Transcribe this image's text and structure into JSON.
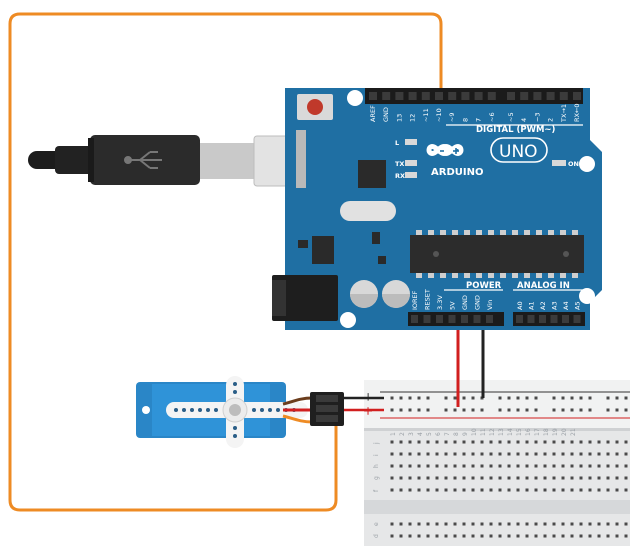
{
  "board": {
    "brand": "ARDUINO",
    "model": "UNO",
    "digital_header": "DIGITAL (PWM~)",
    "power_header": "POWER",
    "analog_header": "ANALOG IN",
    "led_labels": [
      "L",
      "TX",
      "RX"
    ],
    "on_label": "ON",
    "digital_pins": [
      "AREF",
      "GND",
      "13",
      "12",
      "~11",
      "~10",
      "~9",
      "8",
      "7",
      "~6",
      "~5",
      "4",
      "~3",
      "2",
      "TX→1",
      "RX←0"
    ],
    "power_pins": [
      "IOREF",
      "RESET",
      "3.3V",
      "5V",
      "GND",
      "GND",
      "Vin"
    ],
    "analog_pins": [
      "A0",
      "A1",
      "A2",
      "A3",
      "A4",
      "A5"
    ]
  },
  "breadboard": {
    "rail_minus": "−",
    "rail_plus": "+",
    "row_letters_upper": [
      "j",
      "i",
      "h",
      "g",
      "f"
    ],
    "row_letters_lower": [
      "e",
      "d"
    ],
    "columns": [
      "1",
      "2",
      "3",
      "4",
      "5",
      "6",
      "7",
      "8",
      "9",
      "10",
      "11",
      "12",
      "13",
      "14",
      "15",
      "16",
      "17",
      "18",
      "19",
      "20",
      "21"
    ]
  },
  "colors": {
    "board_blue": "#1f6fa3",
    "signal_wire": "#ee8b24",
    "power_wire": "#d11f1f",
    "ground_wire": "#222222",
    "servo_blue": "#2a86c7"
  },
  "icons": [
    "usb-plug-icon",
    "usb-symbol-icon",
    "infinity-logo-icon",
    "reset-button-icon"
  ]
}
